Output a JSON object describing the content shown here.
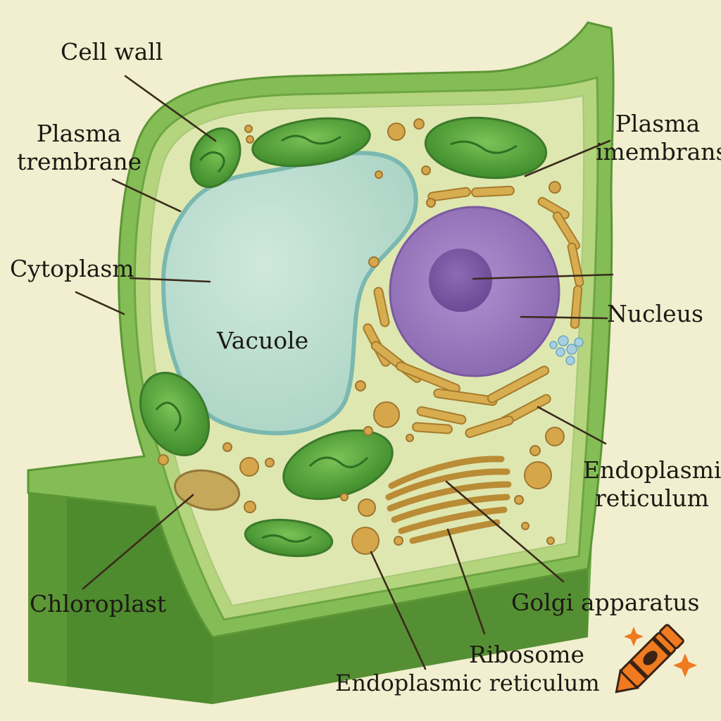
{
  "labels": {
    "cell_wall": "Cell wall",
    "plasma_membrane_left": "Plasma\ntrembrane",
    "cytoplasm": "Cytoplasm",
    "chloroplast": "Chloroplast",
    "plasma_membrane_right": "Plasma\nimembrans",
    "nucleus": "Nucleus",
    "er_right": "Endoplasmi\nreticulum",
    "golgi": "Golgi apparatus",
    "ribosome": "Ribosome",
    "er_bottom": "Endoplasmic reticulum",
    "vacuole": "Vacuole"
  },
  "colors": {
    "background": "#f1efcf",
    "cell_wall": "#7fb850",
    "cell_wall_dark": "#5f9a3a",
    "cytoplasm": "#d7e2a6",
    "vacuole": "#b7dccb",
    "vacuole_edge": "#7fb9b0",
    "nucleus": "#9a79bc",
    "nucleolus": "#7d5aa4",
    "chloroplast": "#58a83c",
    "er": "#d3a84b",
    "golgi": "#d9b865",
    "crayon": "#ef7a1f"
  },
  "icons": [
    "crayon-icon",
    "sparkle-icon"
  ]
}
